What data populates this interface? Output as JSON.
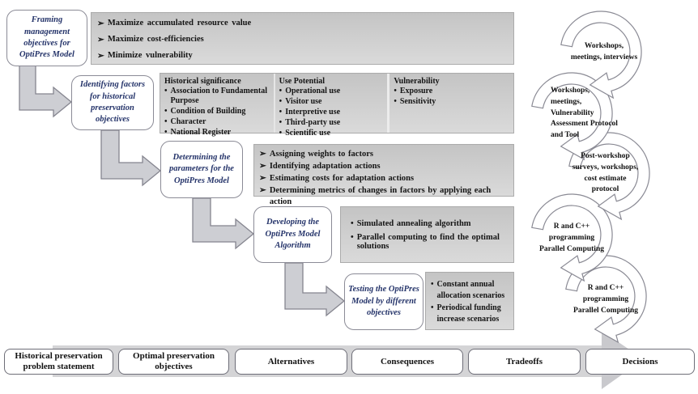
{
  "stages": [
    {
      "title": "Framing management objectives for OptiPres Model",
      "bullet_style": "arrow",
      "bullets": [
        "Maximize accumulated resource value",
        "Maximize cost-efficiencies",
        "Minimize vulnerability"
      ]
    },
    {
      "title": "Identifying factors for historical preservation objectives",
      "columns": [
        {
          "header": "Historical significance",
          "items": [
            "Association to Fundamental Purpose",
            "Condition of Building",
            "Character",
            "National Register"
          ]
        },
        {
          "header": "Use Potential",
          "items": [
            "Operational use",
            "Visitor use",
            "Interpretive use",
            "Third-party use",
            "Scientific use"
          ]
        },
        {
          "header": "Vulnerability",
          "items": [
            "Exposure",
            "Sensitivity"
          ]
        }
      ]
    },
    {
      "title": "Determining the parameters for the OptiPres Model",
      "bullet_style": "arrow",
      "bullets": [
        "Assigning weights to factors",
        "Identifying adaptation actions",
        "Estimating costs for adaptation actions",
        "Determining metrics of changes in factors by applying each action"
      ]
    },
    {
      "title": "Developing the OptiPres Model Algorithm",
      "bullet_style": "dot",
      "bullets": [
        "Simulated annealing algorithm",
        "Parallel computing to find the optimal solutions"
      ]
    },
    {
      "title": "Testing the OptiPres Model by different objectives",
      "bullet_style": "dot",
      "bullets": [
        "Constant annual allocation scenarios",
        "Periodical funding increase scenarios"
      ]
    }
  ],
  "methods_cycle": [
    {
      "label": "Workshops,\nmeetings, interviews"
    },
    {
      "label": "Workshops,\nmeetings,\nVulnerability\nAssessment Protocol\nand Tool"
    },
    {
      "label": "Post-workshop\nsurveys, workshops,\ncost estimate\nprotocol"
    },
    {
      "label": "R and C++\nprogramming\nParallel Computing"
    },
    {
      "label": "R and C++\nprogramming\nParallel Computing"
    }
  ],
  "decision_band": {
    "steps": [
      "Historical preservation problem statement",
      "Optimal preservation objectives",
      "Alternatives",
      "Consequences",
      "Tradeoffs",
      "Decisions"
    ]
  },
  "icons": {
    "arrow_bullet": "➢",
    "dot_bullet": "•",
    "elbow_arrow": "elbow-connector-arrow",
    "cycle_arrow": "circular-arrow",
    "band_arrow": "right-arrow-band"
  },
  "colors": {
    "stage_text": "#25346a",
    "box_border": "#8b8b96",
    "panel_top": "#c4c4c4",
    "panel_bottom": "#dadada",
    "shape_fill": "#cdced3",
    "shape_stroke": "#85858f",
    "band_fill": "#d4d4d6"
  }
}
